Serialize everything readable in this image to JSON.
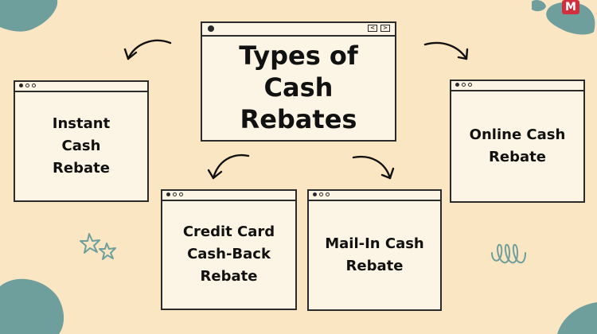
{
  "title": "Types of Cash Rebates",
  "branches": [
    {
      "id": "instant",
      "label": "Instant Cash Rebate"
    },
    {
      "id": "credit-card",
      "label": "Credit Card Cash-Back Rebate"
    },
    {
      "id": "mail-in",
      "label": "Mail-In Cash Rebate"
    },
    {
      "id": "online",
      "label": "Online Cash Rebate"
    }
  ],
  "logo": {
    "letter": "M",
    "color": "#d0303e"
  },
  "colors": {
    "background": "#fbe6c4",
    "card": "#fcf4e4",
    "outline": "#2b2b2b",
    "blob": "#6f9f9c"
  },
  "icons": [
    "star-doodle-icon",
    "squiggle-doodle-icon",
    "arrow-icon"
  ]
}
